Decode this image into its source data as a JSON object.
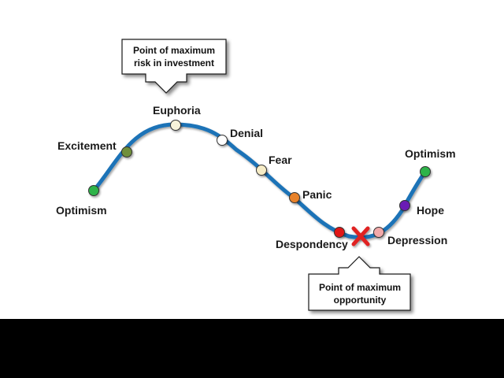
{
  "callouts": {
    "top": {
      "line1": "Point of maximum",
      "line2": "risk in investment"
    },
    "bottom": {
      "line1": "Point of maximum",
      "line2": "opportunity"
    }
  },
  "stages": [
    {
      "label": "Optimism",
      "color": "#2db34a"
    },
    {
      "label": "Excitement",
      "color": "#6f8f3a"
    },
    {
      "label": "Euphoria",
      "color": "#f7f3da"
    },
    {
      "label": "Denial",
      "color": "#ffffff"
    },
    {
      "label": "Fear",
      "color": "#f6ecc6"
    },
    {
      "label": "Panic",
      "color": "#e8822a"
    },
    {
      "label": "Despondency",
      "color": "#e01818"
    },
    {
      "label": "Depression",
      "color": "#f2a9a9"
    },
    {
      "label": "Hope",
      "color": "#6a1fb5"
    },
    {
      "label": "Optimism",
      "color": "#2db34a"
    }
  ],
  "marker": {
    "icon": "x-mark-icon",
    "color": "#e02020"
  },
  "colors": {
    "curve": "#1f73b7",
    "footer_band": "#000000"
  }
}
